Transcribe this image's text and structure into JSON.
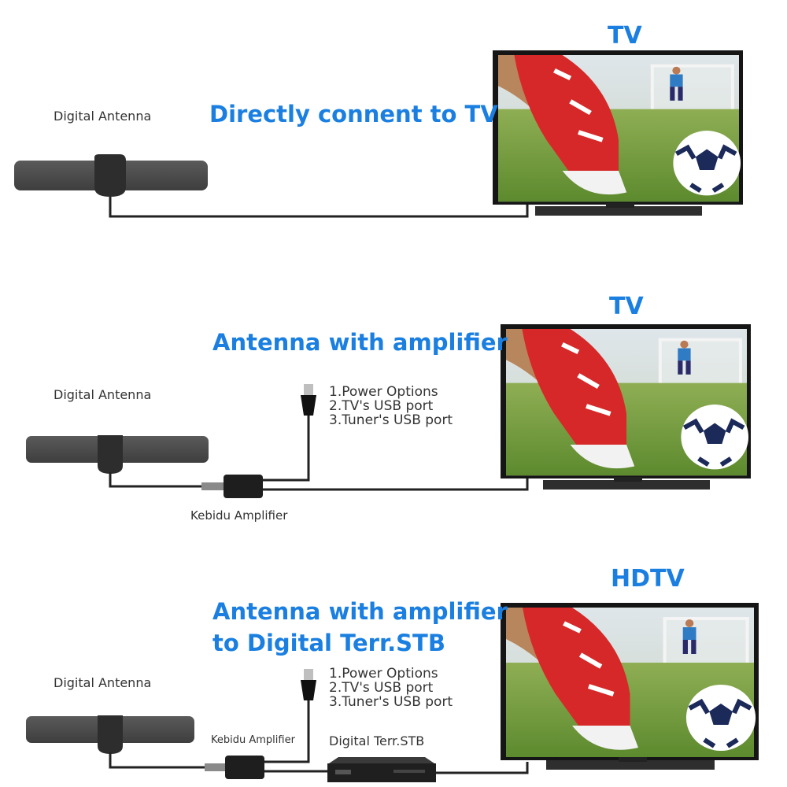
{
  "panels": [
    {
      "heading": "Directly connent to TV",
      "tv_label": "TV",
      "antenna_label": "Digital Antenna"
    },
    {
      "heading": "Antenna with amplifier",
      "tv_label": "TV",
      "antenna_label": "Digital Antenna",
      "amplifier_label": "Kebidu Amplifier",
      "power_options": [
        "1.Power Options",
        "2.TV's USB port",
        "3.Tuner's USB port"
      ]
    },
    {
      "heading_line1": "Antenna with amplifier",
      "heading_line2": "to Digital Terr.STB",
      "tv_label": "HDTV",
      "antenna_label": "Digital Antenna",
      "amplifier_label": "Kebidu Amplifier",
      "stb_label": "Digital Terr.STB",
      "power_options": [
        "1.Power Options",
        "2.TV's USB port",
        "3.Tuner's USB port"
      ]
    }
  ],
  "colors": {
    "accent": "#1a7fe0",
    "antenna": "#4d4d4d",
    "cable": "#222222"
  }
}
